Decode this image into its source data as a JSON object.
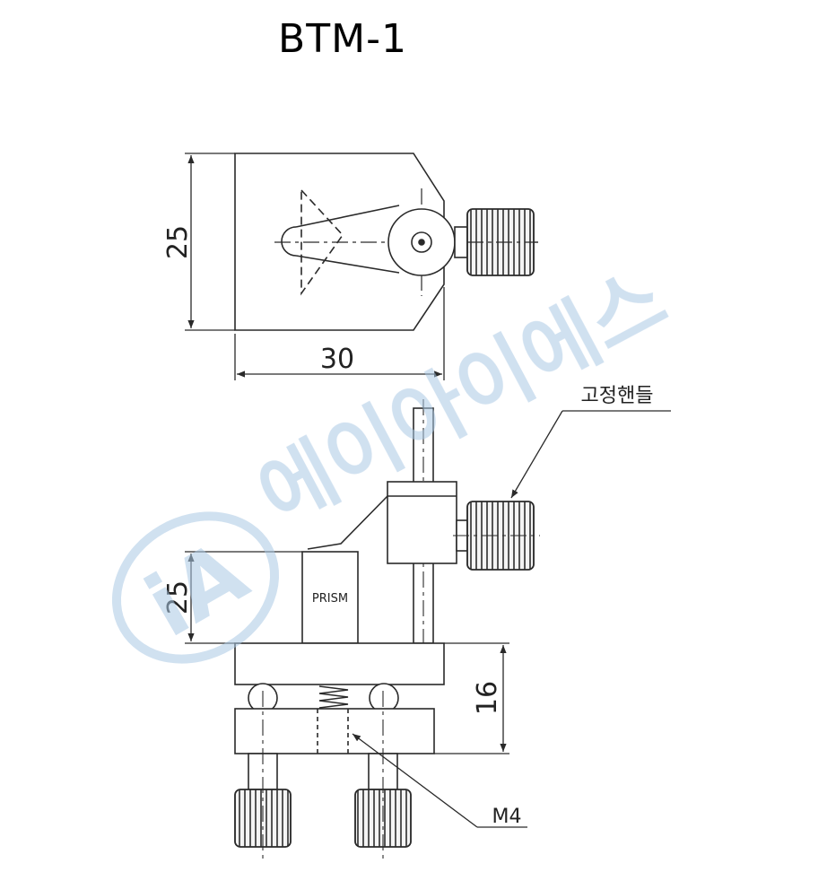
{
  "title": "BTM-1",
  "top_view": {
    "height_dim": "25",
    "width_dim": "30"
  },
  "side_view": {
    "prism_height_dim": "25",
    "base_height_dim": "16",
    "prism_label": "PRISM",
    "handle_label": "고정핸들",
    "screw_label": "M4"
  },
  "watermark": {
    "logo_text": "iA",
    "company_text": "에이아이에스"
  },
  "colors": {
    "line": "#2a2a2a",
    "part_fill": "#f4f4f4",
    "knurl": "#555555",
    "watermark": "#aac8e4"
  }
}
